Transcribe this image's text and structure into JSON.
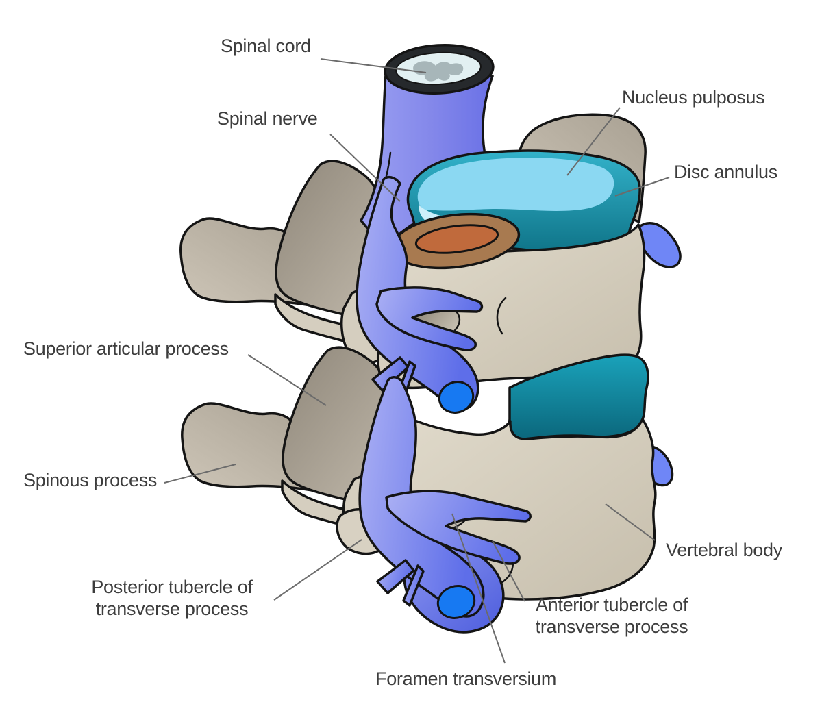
{
  "figure": {
    "kind": "anatomical diagram",
    "labels": [
      {
        "id": "spinal-cord",
        "text": "Spinal cord"
      },
      {
        "id": "spinal-nerve",
        "text": "Spinal nerve"
      },
      {
        "id": "nucleus-pulposus",
        "text": "Nucleus pulposus"
      },
      {
        "id": "disc-annulus",
        "text": "Disc annulus"
      },
      {
        "id": "superior-articular-process",
        "text": "Superior articular process"
      },
      {
        "id": "spinous-process",
        "text": "Spinous process"
      },
      {
        "id": "posterior-tubercle",
        "text": "Posterior tubercle of\ntransverse process"
      },
      {
        "id": "foramen-transversium",
        "text": "Foramen transversium"
      },
      {
        "id": "anterior-tubercle",
        "text": "Anterior tubercle of\ntransverse process"
      },
      {
        "id": "vertebral-body",
        "text": "Vertebral body"
      }
    ],
    "palette": {
      "bone_light": "#ddd6c6",
      "bone_dark": "#a9a193",
      "nerve_light": "#a6abf2",
      "nerve_dark": "#5e6ee9",
      "nerve_cut_end": "#1779f2",
      "disc_teal_light": "#2fb0c8",
      "disc_teal_dark": "#0d7185",
      "nucleus_blue": "#8bd8f2",
      "pedicle_brown_ring": "#a87a50",
      "pedicle_brown_core": "#c06a3c",
      "cord_section_gray": "#a7b6b9",
      "outline": "#141414",
      "label_text": "#3d3d3d",
      "leader_line": "#6b6b6b"
    }
  }
}
